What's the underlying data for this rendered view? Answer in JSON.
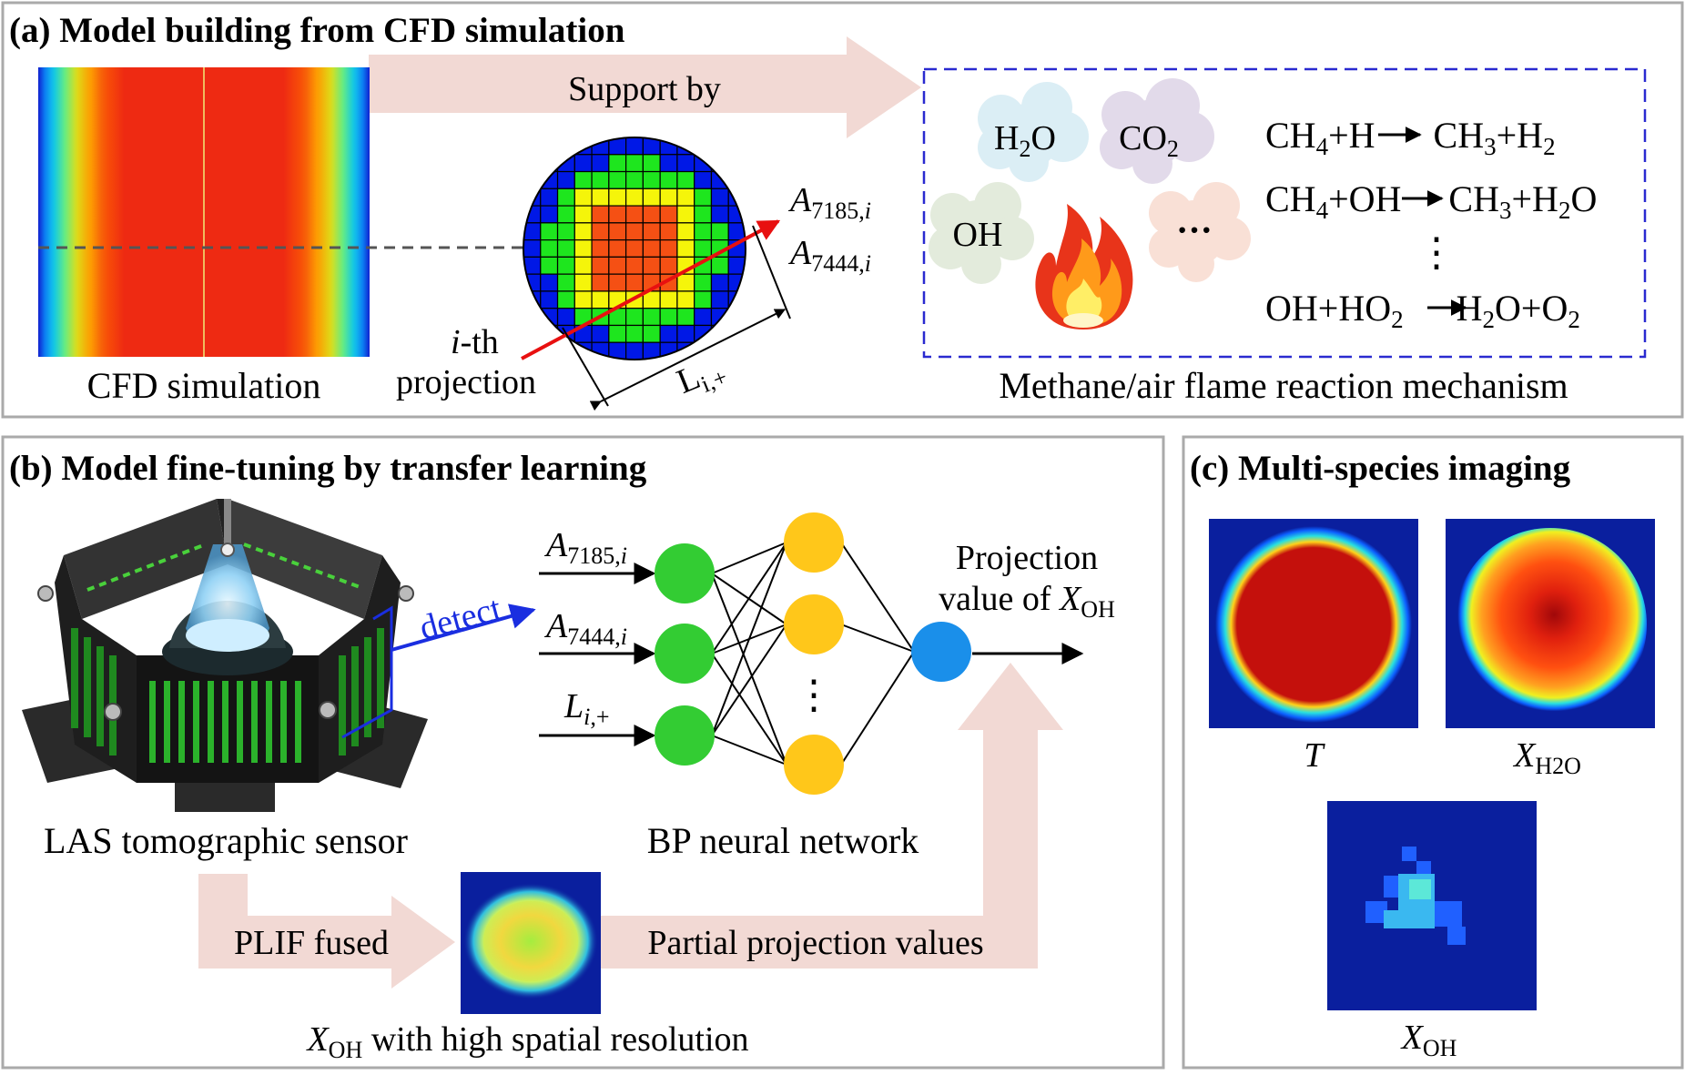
{
  "panels": {
    "a": {
      "title": "(a) Model building from CFD simulation",
      "cfd_label": "CFD simulation",
      "support_label": "Support by",
      "projection_label_i": "i",
      "projection_label_th": "-th",
      "projection_label_2": "projection",
      "a7185_main": "A",
      "a7185_sub": "7185,",
      "a7185_sub_i": "i",
      "a7444_main": "A",
      "a7444_sub": "7444,",
      "a7444_sub_i": "i",
      "length_main": "L",
      "length_sub": "i,+",
      "species": {
        "h2o": {
          "main": "H",
          "sub": "2",
          "rest": "O"
        },
        "co2": {
          "main": "CO",
          "sub": "2"
        },
        "oh": "OH",
        "more": "···"
      },
      "reactions": {
        "r1": {
          "p1": "CH",
          "s1": "4",
          "p2": "+H",
          "p3": "CH",
          "s3": "3",
          "p4": "+H",
          "s4": "2"
        },
        "r2": {
          "p1": "CH",
          "s1": "4",
          "p2": "+OH",
          "p3": "CH",
          "s3": "3",
          "p4": "+H",
          "s4": "2",
          "p5": "O"
        },
        "vdots": "⋮",
        "r3": {
          "p1": "OH+HO",
          "s1": "2",
          "p3": "H",
          "s3": "2",
          "p4": "O+O",
          "s4": "2"
        }
      },
      "mechanism_label": "Methane/air flame reaction mechanism"
    },
    "b": {
      "title": "(b) Model fine-tuning by transfer learning",
      "detect_label": "detect",
      "sensor_label": "LAS tomographic sensor",
      "in1_main": "A",
      "in1_sub": "7185,",
      "in1_sub_i": "i",
      "in2_main": "A",
      "in2_sub": "7444,",
      "in2_sub_i": "i",
      "in3_main": "L",
      "in3_sub_i": "i",
      "in3_sub": ",+",
      "output_line1": "Projection",
      "output_line2": "value of ",
      "output_x": "X",
      "output_sub": "OH",
      "vdots": "⋮",
      "network_label": "BP neural network",
      "plif_label": "PLIF fused",
      "partial_label": "Partial projection values",
      "xoh_main": "X",
      "xoh_sub": "OH",
      "xoh_rest": " with high spatial resolution"
    },
    "c": {
      "title": "(c) Multi-species imaging",
      "t_label": "T",
      "h2o_main": "X",
      "h2o_sub": "H2O",
      "oh_main": "X",
      "oh_sub": "OH"
    }
  },
  "colors": {
    "border": "#aaaaaa",
    "arrow_fill": "#f2d9d4",
    "dash_box": "#2a2ad0",
    "jet_red": "#ee2a12",
    "grid_blue": "#0018e6",
    "grid_green": "#1ee61e",
    "grid_yellow": "#f5f50a",
    "grid_orange": "#f55014",
    "node_green": "#33cc33",
    "node_yellow": "#ffc71a",
    "node_blue": "#1a8fea",
    "detect_blue": "#1a2ee0",
    "proj_red": "#e81010",
    "map_bg": "#0a1f9e"
  }
}
